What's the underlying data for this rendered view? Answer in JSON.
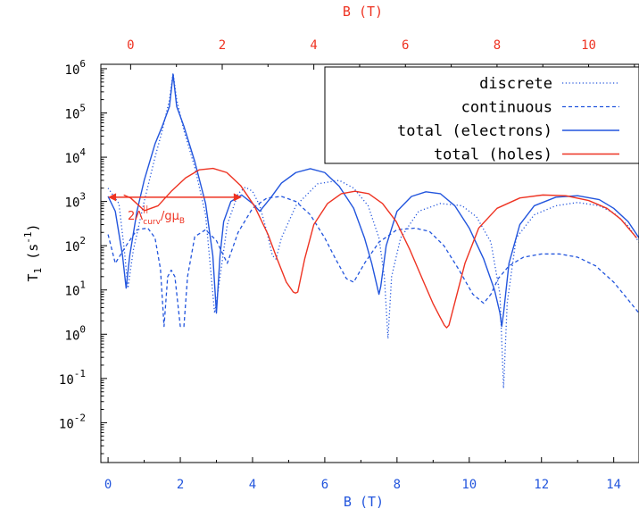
{
  "chart_data": {
    "type": "line",
    "x_axis": {
      "label": "B (T)",
      "range": [
        -0.2,
        14.7
      ],
      "ticks": [
        0,
        2,
        4,
        6,
        8,
        10,
        12,
        14
      ],
      "tick_labels": [
        "0",
        "2",
        "4",
        "6",
        "8",
        "10",
        "12",
        "14"
      ],
      "color": "#2255dd"
    },
    "x2_axis": {
      "label": "B (T)",
      "range": [
        -0.65,
        11.1
      ],
      "ticks": [
        0,
        2,
        4,
        6,
        8,
        10
      ],
      "tick_labels": [
        "0",
        "2",
        "4",
        "6",
        "8",
        "10"
      ],
      "color": "#ee3322"
    },
    "y_axis": {
      "label_base": "T",
      "label_sub": "1",
      "label_unit_open": " (s",
      "label_unit_sup": "-1",
      "label_unit_close": ")",
      "scale": "log",
      "range_exp": [
        -2.9,
        6.1
      ],
      "tick_exps": [
        -2,
        -1,
        0,
        1,
        2,
        3,
        4,
        5,
        6
      ],
      "tick_base": "10",
      "tick_sups": [
        "-2",
        "-1",
        "0",
        "1",
        "2",
        "3",
        "4",
        "5",
        "6"
      ]
    },
    "series": [
      {
        "name": "discrete",
        "axis": "bottom",
        "color": "#2255dd",
        "style": "dotted",
        "x": [
          0,
          0.3,
          0.45,
          0.55,
          0.7,
          1.0,
          1.3,
          1.5,
          1.7,
          1.8,
          1.9,
          2.1,
          2.4,
          2.7,
          2.95,
          3.05,
          3.3,
          3.6,
          3.8,
          4.0,
          4.2,
          4.4,
          4.55,
          4.65,
          4.8,
          5.2,
          5.8,
          6.4,
          6.8,
          7.2,
          7.5,
          7.65,
          7.75,
          7.85,
          8.1,
          8.6,
          9.2,
          9.8,
          10.2,
          10.6,
          10.85,
          10.95,
          11.05,
          11.3,
          11.8,
          12.4,
          13.0,
          13.6,
          14.0,
          14.4,
          14.7
        ],
        "y": [
          2000,
          900,
          80,
          11,
          80,
          1000,
          10000,
          40000,
          200000,
          800000,
          200000,
          40000,
          6000,
          500,
          3,
          10,
          300,
          1500,
          2100,
          1700,
          800,
          200,
          60,
          50,
          150,
          800,
          2500,
          3000,
          2000,
          800,
          150,
          20,
          0.8,
          20,
          150,
          600,
          900,
          800,
          450,
          120,
          8,
          0.06,
          5,
          150,
          500,
          800,
          950,
          800,
          550,
          280,
          120
        ]
      },
      {
        "name": "continuous",
        "axis": "bottom",
        "color": "#2255dd",
        "style": "dashed",
        "x": [
          0,
          0.2,
          0.5,
          0.8,
          1.1,
          1.3,
          1.45,
          1.55,
          1.65,
          1.75,
          1.85,
          2.0,
          2.1,
          2.2,
          2.4,
          2.7,
          3.0,
          3.3,
          3.6,
          4.0,
          4.4,
          4.8,
          5.2,
          5.6,
          6.0,
          6.3,
          6.6,
          6.8,
          7.1,
          7.5,
          8.0,
          8.5,
          8.9,
          9.3,
          9.7,
          10.1,
          10.4,
          10.6,
          10.8,
          11.1,
          11.5,
          12.0,
          12.5,
          13.0,
          13.5,
          14.0,
          14.4,
          14.7
        ],
        "y": [
          180,
          40,
          100,
          230,
          250,
          150,
          30,
          1.5,
          20,
          28,
          20,
          1.5,
          1.5,
          20,
          160,
          230,
          130,
          40,
          200,
          700,
          1200,
          1300,
          1000,
          500,
          150,
          50,
          18,
          15,
          40,
          120,
          230,
          250,
          210,
          100,
          30,
          8,
          5,
          8,
          18,
          35,
          55,
          65,
          65,
          55,
          35,
          15,
          6,
          3
        ]
      },
      {
        "name": "total (electrons)",
        "axis": "bottom",
        "color": "#2255dd",
        "style": "solid",
        "x": [
          0,
          0.2,
          0.4,
          0.5,
          0.6,
          0.8,
          1.0,
          1.3,
          1.5,
          1.7,
          1.8,
          1.9,
          2.1,
          2.4,
          2.7,
          2.9,
          3.0,
          3.1,
          3.2,
          3.4,
          3.7,
          4.0,
          4.2,
          4.5,
          4.8,
          5.2,
          5.6,
          6.0,
          6.4,
          6.8,
          7.1,
          7.3,
          7.45,
          7.5,
          7.55,
          7.7,
          8.0,
          8.4,
          8.8,
          9.2,
          9.6,
          10.0,
          10.4,
          10.7,
          10.85,
          10.9,
          10.95,
          11.1,
          11.4,
          11.8,
          12.4,
          13.0,
          13.6,
          14.0,
          14.4,
          14.7
        ],
        "y": [
          1300,
          600,
          60,
          11,
          60,
          600,
          3000,
          20000,
          50000,
          140000,
          750000,
          140000,
          50000,
          8000,
          900,
          60,
          3,
          60,
          350,
          1000,
          1400,
          900,
          600,
          1200,
          2600,
          4500,
          5500,
          4500,
          2200,
          700,
          150,
          40,
          12,
          8,
          12,
          100,
          600,
          1300,
          1650,
          1500,
          800,
          250,
          50,
          10,
          3,
          1.5,
          3,
          40,
          300,
          800,
          1250,
          1350,
          1100,
          700,
          350,
          150
        ]
      },
      {
        "name": "total (holes)",
        "axis": "top",
        "color": "#ee3322",
        "style": "solid",
        "x": [
          -0.15,
          0,
          0.3,
          0.6,
          0.9,
          1.2,
          1.5,
          1.8,
          2.1,
          2.4,
          2.7,
          3.0,
          3.2,
          3.4,
          3.55,
          3.6,
          3.65,
          3.8,
          4.0,
          4.3,
          4.6,
          4.9,
          5.2,
          5.5,
          5.8,
          6.1,
          6.4,
          6.6,
          6.75,
          6.85,
          6.9,
          6.95,
          7.05,
          7.3,
          7.6,
          8.0,
          8.5,
          9.0,
          9.5,
          10.0,
          10.4,
          10.7,
          11.05
        ],
        "y": [
          1400,
          1200,
          620,
          800,
          1750,
          3400,
          5200,
          5600,
          4500,
          2300,
          800,
          180,
          50,
          15,
          9,
          8.5,
          9,
          50,
          300,
          900,
          1500,
          1700,
          1500,
          900,
          350,
          80,
          15,
          5,
          2.5,
          1.6,
          1.4,
          1.6,
          4,
          40,
          250,
          700,
          1200,
          1400,
          1350,
          1050,
          700,
          400,
          150
        ]
      }
    ],
    "legend": {
      "position": "top-right",
      "entries": [
        "discrete",
        "continuous",
        "total (electrons)",
        "total (holes)"
      ]
    },
    "annotation": {
      "text_main": "2Λ",
      "text_sup": "||",
      "text_sub": "curv",
      "text_mid": "/gμ",
      "text_sub2": "B",
      "color": "#ee3322",
      "x_start": 0,
      "x_end": 3.7,
      "y_value": 1250
    },
    "grid": false
  }
}
